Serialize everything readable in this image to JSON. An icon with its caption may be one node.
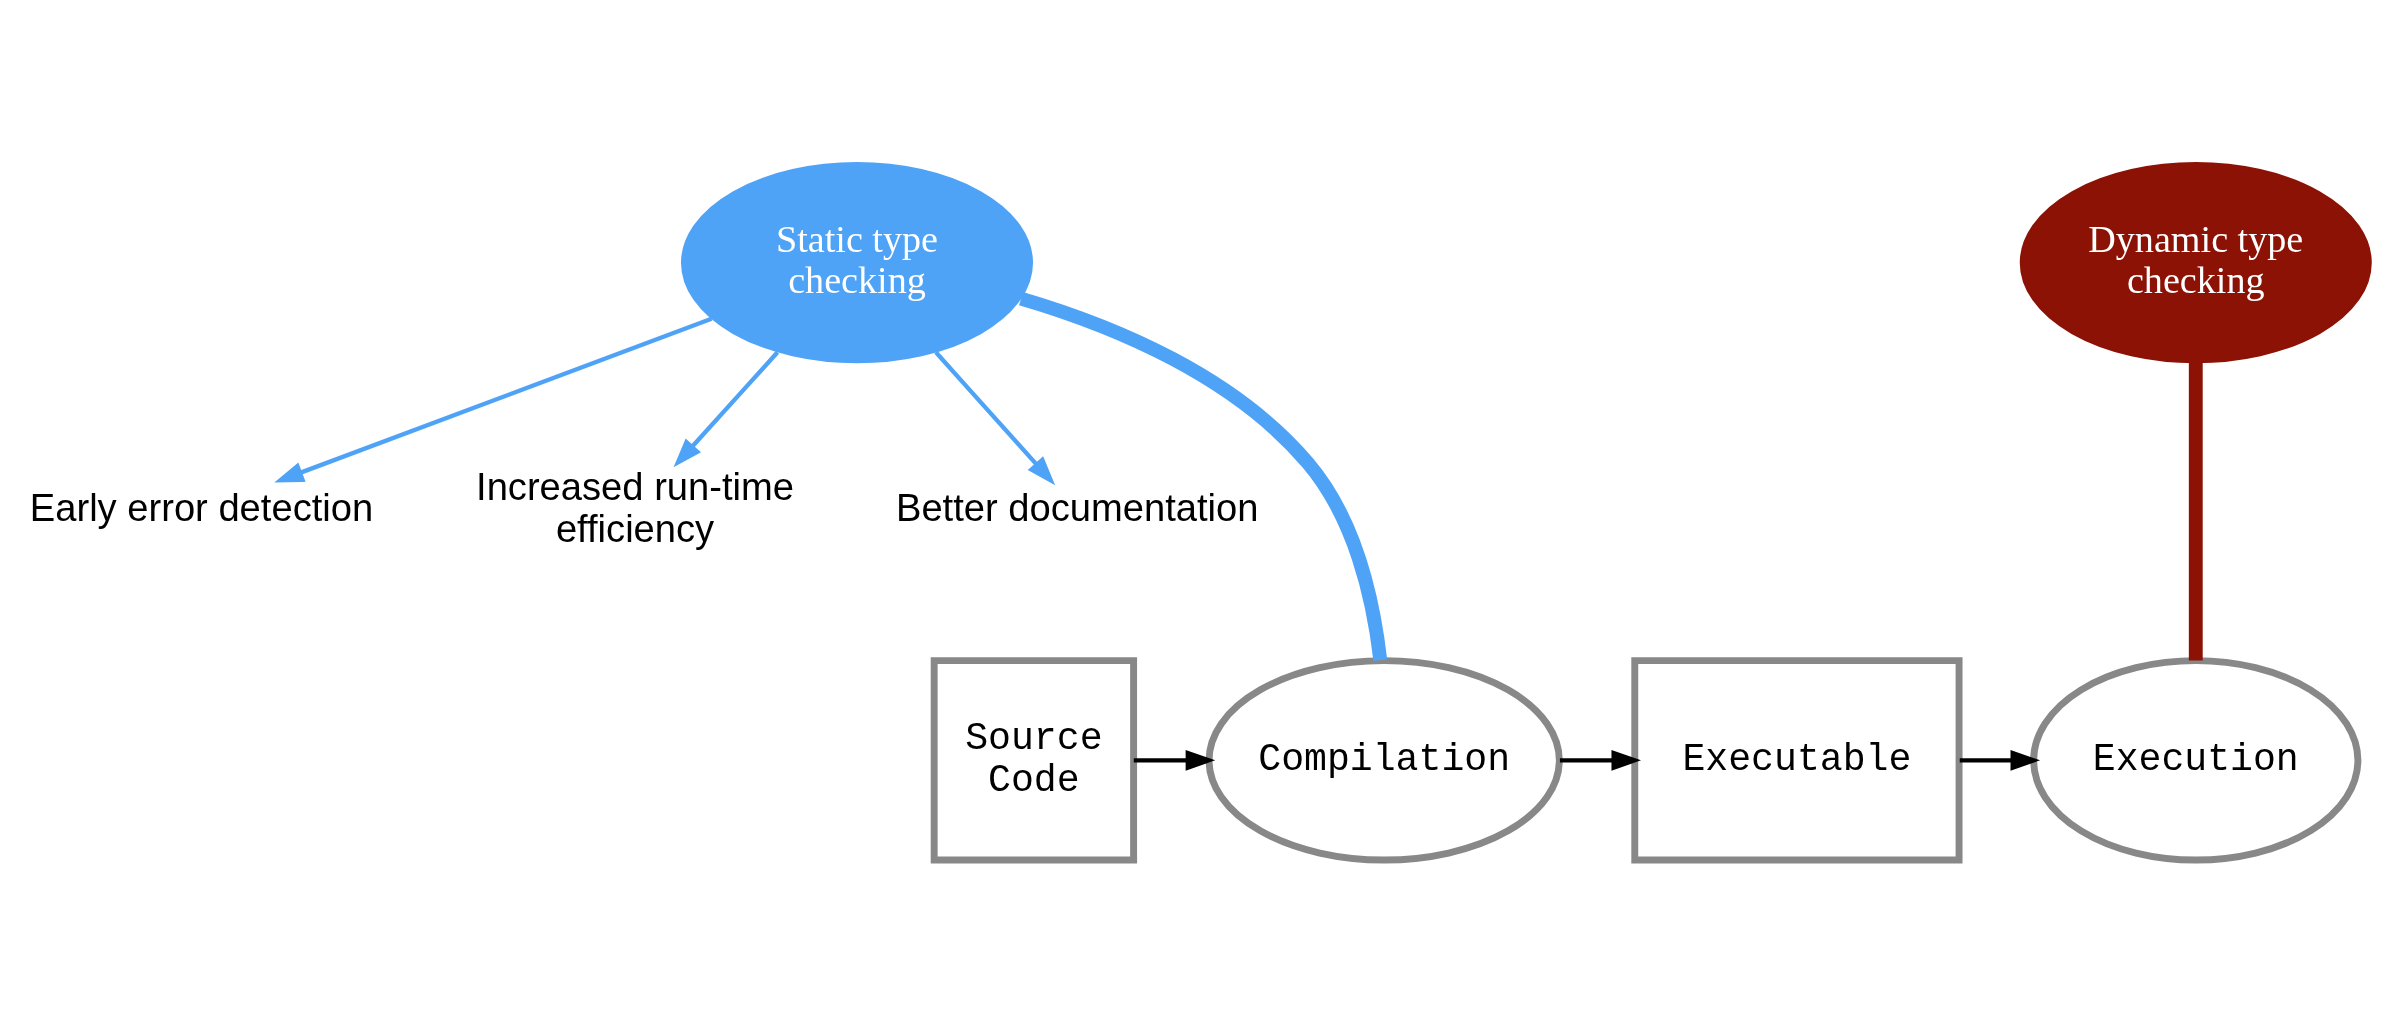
{
  "diagram": {
    "nodes": [
      {
        "text": [
          "Static type checking"
        ]
      },
      {
        "text": [
          "Early error detection"
        ]
      },
      {
        "text": [
          "Increased run-time efficiency"
        ]
      },
      {
        "text": [
          "Better documentation"
        ]
      },
      {
        "text": [
          "Dynamic type checking"
        ]
      },
      {
        "text": [
          "Source Code"
        ]
      },
      {
        "text": [
          "Compilation"
        ]
      },
      {
        "text": [
          "Executable"
        ]
      },
      {
        "text": [
          "Execution"
        ]
      }
    ],
    "edges": [
      {
        "from": 0,
        "to": 1,
        "arrow": "to",
        "color": "#4fa3f7"
      },
      {
        "from": 0,
        "to": 2,
        "arrow": "to",
        "color": "#4fa3f7"
      },
      {
        "from": 0,
        "to": 3,
        "arrow": "to",
        "color": "#4fa3f7"
      },
      {
        "from": 0,
        "to": 6,
        "arrow": "none",
        "style": "thick",
        "color": "#4fa3f7"
      },
      {
        "from": 4,
        "to": 8,
        "arrow": "none",
        "style": "thick",
        "color": "#8b1205"
      },
      {
        "from": 5,
        "to": 6,
        "arrow": "to",
        "color": "#000000"
      },
      {
        "from": 6,
        "to": 7,
        "arrow": "to",
        "color": "#000000"
      },
      {
        "from": 7,
        "to": 8,
        "arrow": "to",
        "color": "#000000"
      }
    ]
  }
}
